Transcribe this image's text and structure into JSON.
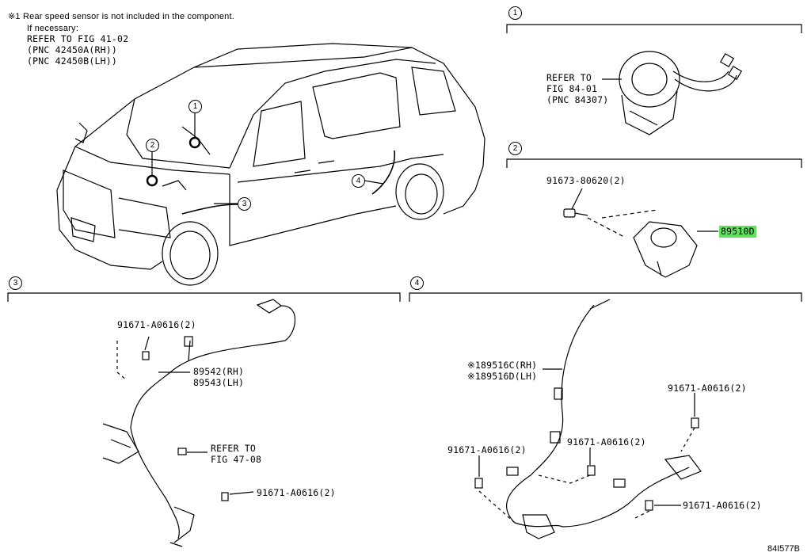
{
  "note": {
    "line1": "※1 Rear speed sensor is not included in the component.",
    "line2": "If necessary:",
    "line3": "REFER TO FIG 41-02",
    "line4": "(PNC 42450A(RH))",
    "line5": "(PNC 42450B(LH))"
  },
  "callouts": {
    "c1": "1",
    "c2": "2",
    "c3": "3",
    "c4": "4"
  },
  "section1": {
    "num": "1",
    "ref1": "REFER TO",
    "ref2": "FIG 84-01",
    "ref3": "(PNC 84307)"
  },
  "section2": {
    "num": "2",
    "bolt": "91673-80620(2)",
    "part": "89510D"
  },
  "section3": {
    "num": "3",
    "bolt1": "91671-A0616(2)",
    "sensor_rh": "89542(RH)",
    "sensor_lh": "89543(LH)",
    "ref1": "REFER TO",
    "ref2": "FIG 47-08",
    "bolt2": "91671-A0616(2)"
  },
  "section4": {
    "num": "4",
    "sensor_rh": "※189516C(RH)",
    "sensor_lh": "※189516D(LH)",
    "bolt1": "91671-A0616(2)",
    "bolt2": "91671-A0616(2)",
    "bolt3": "91671-A0616(2)",
    "bolt4": "91671-A0616(2)"
  },
  "diagram_code": "84I577B",
  "colors": {
    "highlight": "#5fe05f",
    "line": "#000000"
  }
}
